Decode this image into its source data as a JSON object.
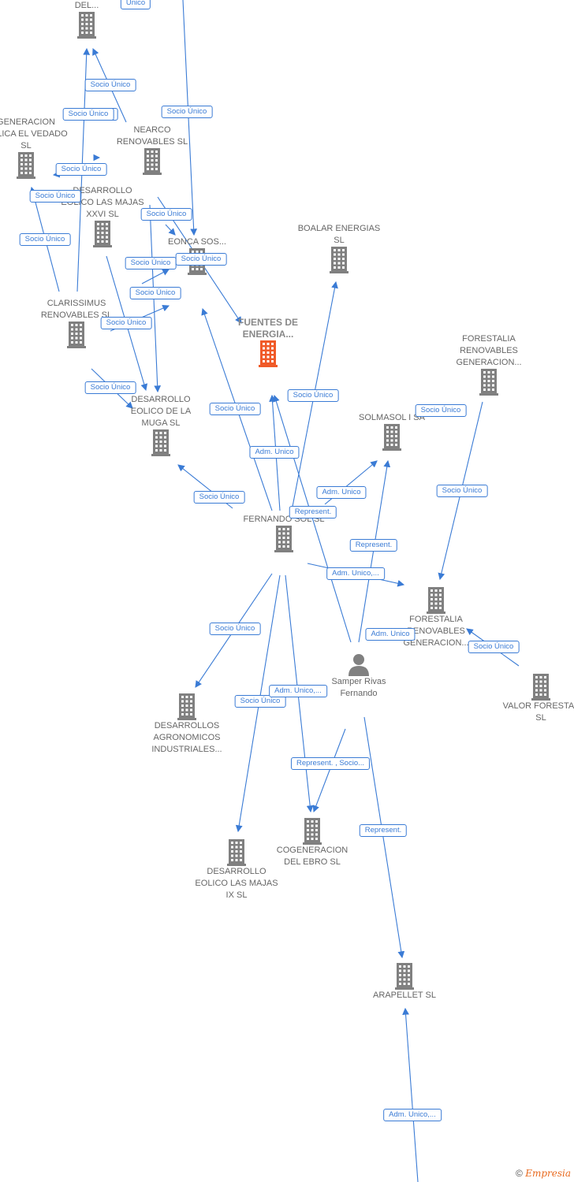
{
  "nodes": [
    {
      "id": "del",
      "label": "DEL...",
      "type": "company"
    },
    {
      "id": "gen_eolica",
      "label": "GENERACION EOLICA EL VEDADO SL",
      "type": "company"
    },
    {
      "id": "nearco",
      "label": "NEARCO RENOVABLES SL",
      "type": "company"
    },
    {
      "id": "majas26",
      "label": "DESARROLLO EOLICO LAS MAJAS XXVI SL",
      "type": "company"
    },
    {
      "id": "eonca",
      "label": "EONCA SOS...",
      "type": "company"
    },
    {
      "id": "boalar",
      "label": "BOALAR ENERGIAS SL",
      "type": "company"
    },
    {
      "id": "clarissimus",
      "label": "CLARISSIMUS RENOVABLES SL",
      "type": "company"
    },
    {
      "id": "fuentes",
      "label": "FUENTES DE ENERGIA...",
      "type": "main"
    },
    {
      "id": "forestalia_gen1",
      "label": "FORESTALIA RENOVABLES GENERACION...",
      "type": "company"
    },
    {
      "id": "muga",
      "label": "DESARROLLO EOLICO DE LA MUGA SL",
      "type": "company"
    },
    {
      "id": "solmasol",
      "label": "SOLMASOL I SA",
      "type": "company"
    },
    {
      "id": "fernando",
      "label": "FERNANDO SOL SL",
      "type": "company"
    },
    {
      "id": "forestalia_gen2",
      "label": "FORESTALIA RENOVABLES GENERACION...",
      "type": "company"
    },
    {
      "id": "valor",
      "label": "VALOR FORESTAL SL",
      "type": "company"
    },
    {
      "id": "samper",
      "label": "Samper Rivas Fernando",
      "type": "person"
    },
    {
      "id": "agronomicos",
      "label": "DESARROLLOS AGRONOMICOS INDUSTRIALES...",
      "type": "company"
    },
    {
      "id": "cogeneracion",
      "label": "COGENERACION DEL EBRO SL",
      "type": "company"
    },
    {
      "id": "majas9",
      "label": "DESARROLLO EOLICO LAS MAJAS IX SL",
      "type": "company"
    },
    {
      "id": "arapellet",
      "label": "ARAPELLET SL",
      "type": "company"
    }
  ],
  "edge_labels": [
    {
      "text": "Único"
    },
    {
      "text": "Socio Único"
    },
    {
      "text": "Socio Único"
    },
    {
      "text": "Socio Único"
    },
    {
      "text": "Socio Único"
    },
    {
      "text": "Socio Único"
    },
    {
      "text": "Socio Único"
    },
    {
      "text": "Socio Único"
    },
    {
      "text": "Socio Único"
    },
    {
      "text": "Socio Único"
    },
    {
      "text": "Socio Único"
    },
    {
      "text": "Socio Único"
    },
    {
      "text": "Socio Único"
    },
    {
      "text": "Socio Único"
    },
    {
      "text": "Socio Único"
    },
    {
      "text": "Socio Único"
    },
    {
      "text": "Socio Único"
    },
    {
      "text": "Socio Único"
    },
    {
      "text": "Adm. Unico"
    },
    {
      "text": "Adm. Unico"
    },
    {
      "text": "Represent."
    },
    {
      "text": "Represent."
    },
    {
      "text": "Socio Único"
    },
    {
      "text": "Adm. Unico,..."
    },
    {
      "text": "Adm. Unico"
    },
    {
      "text": "Socio Único"
    },
    {
      "text": "Socio Único"
    },
    {
      "text": "Adm. Unico,..."
    },
    {
      "text": "Socio Único"
    },
    {
      "text": "Represent. , Socio..."
    },
    {
      "text": "Represent."
    },
    {
      "text": "Adm. Unico,..."
    }
  ],
  "footer": {
    "copyright": "©",
    "brand": "Empresia"
  },
  "colors": {
    "edge": "#3a7bd5",
    "building": "#808080",
    "main_building": "#f05a28"
  }
}
